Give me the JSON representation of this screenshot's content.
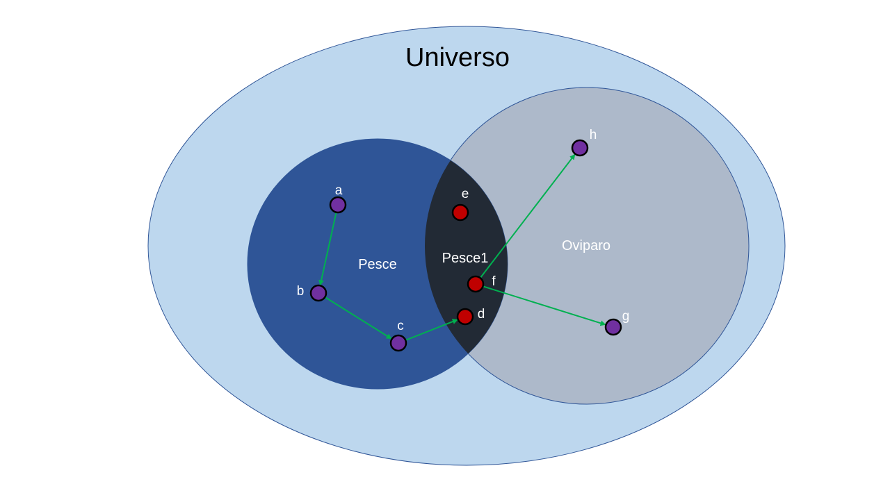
{
  "title": "Universo",
  "sets": {
    "universe": {
      "label": "",
      "color": "#bdd7ee"
    },
    "pesce": {
      "label": "Pesce",
      "color": "#2f5597"
    },
    "oviparo": {
      "label": "Oviparo",
      "color": "#adb9ca"
    },
    "pesce1": {
      "label": "Pesce1",
      "color": "#222a35"
    }
  },
  "nodes": [
    {
      "id": "a",
      "label": "a",
      "color": "#7030a0"
    },
    {
      "id": "b",
      "label": "b",
      "color": "#7030a0"
    },
    {
      "id": "c",
      "label": "c",
      "color": "#7030a0"
    },
    {
      "id": "d",
      "label": "d",
      "color": "#c00000"
    },
    {
      "id": "e",
      "label": "e",
      "color": "#c00000"
    },
    {
      "id": "f",
      "label": "f",
      "color": "#c00000"
    },
    {
      "id": "g",
      "label": "g",
      "color": "#7030a0"
    },
    {
      "id": "h",
      "label": "h",
      "color": "#7030a0"
    }
  ],
  "edges": [
    {
      "from": "a",
      "to": "b"
    },
    {
      "from": "b",
      "to": "c"
    },
    {
      "from": "c",
      "to": "d"
    },
    {
      "from": "f",
      "to": "h"
    },
    {
      "from": "f",
      "to": "g"
    }
  ],
  "edge_color": "#00b050"
}
